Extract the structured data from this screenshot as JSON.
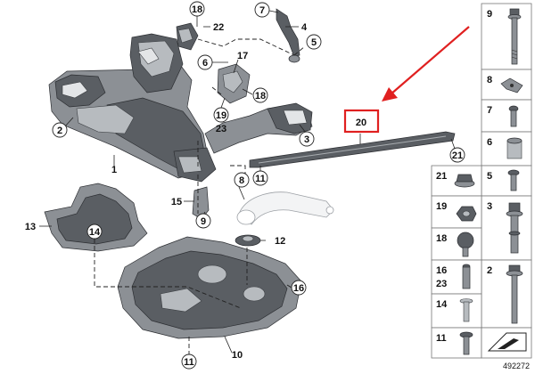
{
  "diagram": {
    "callouts": {
      "c18_top": "18",
      "c22": "22",
      "c7_top": "7",
      "c4": "4",
      "c5": "5",
      "c6": "6",
      "c17": "17",
      "c18_mid": "18",
      "c19": "19",
      "c23": "23",
      "c2": "2",
      "c3": "3",
      "c1": "1",
      "c20": "20",
      "c21": "21",
      "c8": "8",
      "c11_mid": "11",
      "c15": "15",
      "c9": "9",
      "c13": "13",
      "c14": "14",
      "c12": "12",
      "c16": "16",
      "c11_bot": "11",
      "c10": "10"
    },
    "highlight_color": "#e02020"
  },
  "parts_panel": {
    "rows": [
      {
        "left": "",
        "right": "9"
      },
      {
        "left": "",
        "right": "8"
      },
      {
        "left": "",
        "right": "7"
      },
      {
        "left": "",
        "right": "6"
      },
      {
        "left": "21",
        "right": "5"
      },
      {
        "left": "19",
        "right": "3"
      },
      {
        "left": "18",
        "right": ""
      },
      {
        "left": "16\n23",
        "right": "2"
      },
      {
        "left": "14",
        "right": ""
      },
      {
        "left": "11",
        "right": ""
      }
    ],
    "labels": {
      "r9": "9",
      "r8": "8",
      "r7": "7",
      "r6": "6",
      "r5": "5",
      "r3": "3",
      "r2": "2",
      "l21": "21",
      "l19": "19",
      "l18": "18",
      "l16": "16",
      "l23": "23",
      "l14": "14",
      "l11": "11"
    }
  },
  "doc_number": "492272"
}
